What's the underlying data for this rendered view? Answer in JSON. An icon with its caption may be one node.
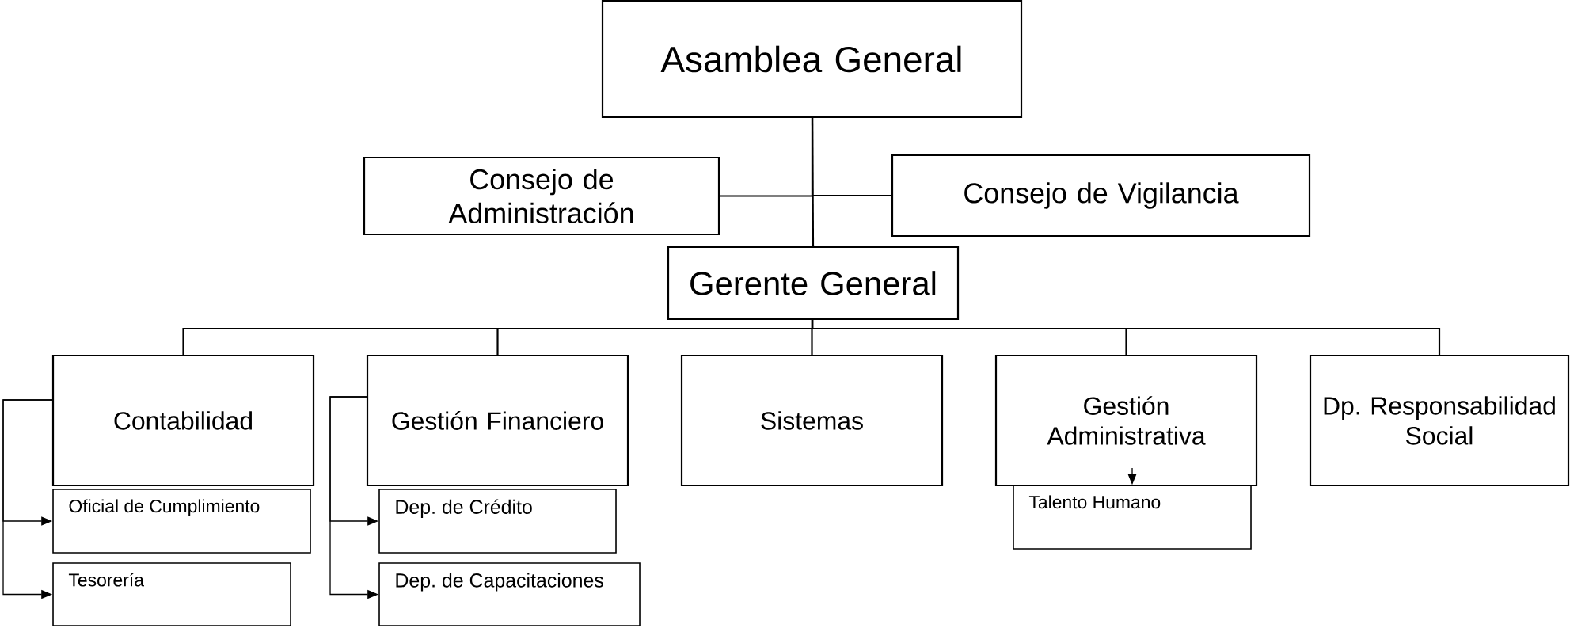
{
  "diagram": {
    "nodes": [
      {
        "text": [
          "Asamblea General"
        ]
      },
      {
        "text": [
          "Consejo de Administración"
        ]
      },
      {
        "text": [
          "Consejo de Vigilancia"
        ]
      },
      {
        "text": [
          "Gerente General"
        ]
      },
      {
        "text": [
          "Contabilidad"
        ]
      },
      {
        "text": [
          "Gestión Financiero"
        ]
      },
      {
        "text": [
          "Sistemas"
        ]
      },
      {
        "text": [
          "Gestión Administrativa"
        ]
      },
      {
        "text": [
          "Dp. Responsabilidad Social"
        ]
      },
      {
        "text": [
          "Oficial de Cumplimiento"
        ]
      },
      {
        "text": [
          "Tesorería"
        ]
      },
      {
        "text": [
          "Dep. de Crédito"
        ]
      },
      {
        "text": [
          "Dep. de Capacitaciones"
        ]
      },
      {
        "text": [
          "Talento Humano"
        ]
      }
    ],
    "edges": [
      {
        "from": 0,
        "to": 1,
        "arrow": "none"
      },
      {
        "from": 0,
        "to": 2,
        "arrow": "none"
      },
      {
        "from": 0,
        "to": 3,
        "arrow": "none"
      },
      {
        "from": 3,
        "to": 4,
        "arrow": "none"
      },
      {
        "from": 3,
        "to": 5,
        "arrow": "none"
      },
      {
        "from": 3,
        "to": 6,
        "arrow": "none"
      },
      {
        "from": 3,
        "to": 7,
        "arrow": "none"
      },
      {
        "from": 3,
        "to": 8,
        "arrow": "none"
      },
      {
        "from": 4,
        "to": 9,
        "arrow": "to"
      },
      {
        "from": 4,
        "to": 10,
        "arrow": "to"
      },
      {
        "from": 5,
        "to": 11,
        "arrow": "to"
      },
      {
        "from": 5,
        "to": 12,
        "arrow": "to"
      },
      {
        "from": 7,
        "to": 13,
        "arrow": "to"
      }
    ]
  }
}
